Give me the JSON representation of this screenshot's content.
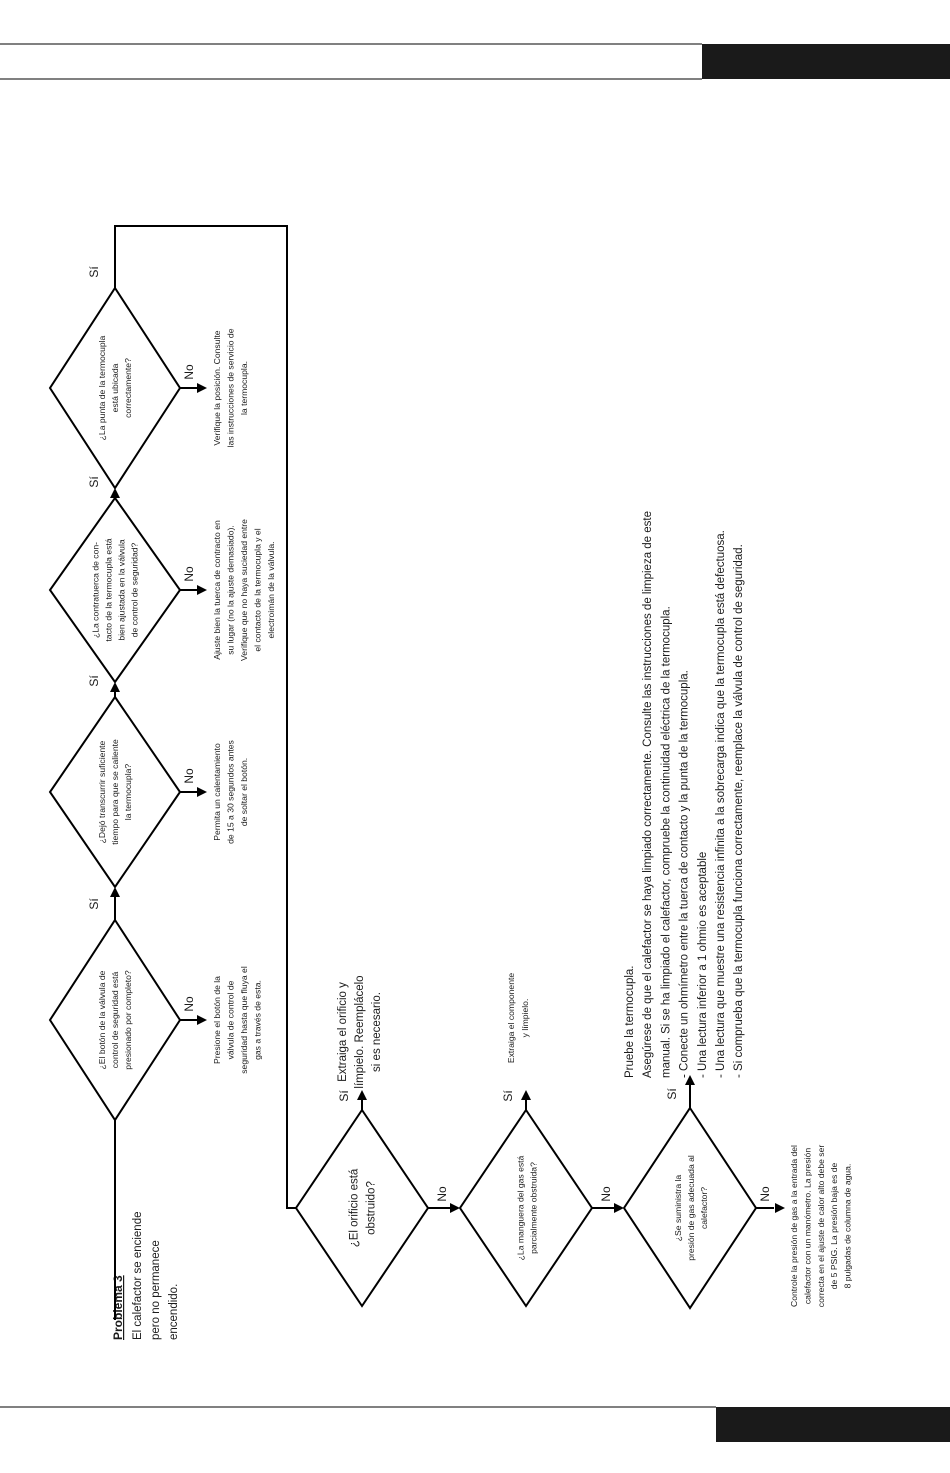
{
  "problem": {
    "title": "Problema 3",
    "description": [
      "El calefactor se enciende",
      "pero no permanece",
      "encendido."
    ]
  },
  "labels": {
    "yes": "Sí",
    "no": "No"
  },
  "top_chain": [
    {
      "question": [
        "¿El botón de la válvula de",
        "control de seguridad está",
        "presionado por completo?"
      ],
      "action": [
        "Presione el botón de la",
        "válvula de control de",
        "seguridad hasta que fluya el",
        "gas a través de esta."
      ]
    },
    {
      "question": [
        "¿Dejó transcurrir suficiente",
        "tiempo para que se caliente",
        "la termocupla?"
      ],
      "action": [
        "Permita un calentamiento",
        "de 15 a 30 segundos antes",
        "de soltar el botón."
      ]
    },
    {
      "question": [
        "¿La contratuerca de con-",
        "tacto de la termocupla está",
        "bien ajustada en la válvula",
        "de control de seguridad?"
      ],
      "action": [
        "Ajuste bien la tuerca de contracto en",
        "su lugar (no la ajuste demasiado).",
        "Verifique que no haya suciedad entre",
        "el contacto de la termocupla y el",
        "electroimán de la válvula."
      ]
    },
    {
      "question": [
        "¿La punta de la termocupla",
        "está ubicada",
        "correctamente?"
      ],
      "action": [
        "Verifique la posición. Consulte",
        "las instrucciones de servicio de",
        "la termocupla."
      ]
    }
  ],
  "bottom_chain": [
    {
      "question": [
        "¿El orificio está",
        "obstruido?"
      ],
      "action": [
        "Extraiga el orificio y",
        "límpielo. Reemplácelo",
        "si es necesario."
      ]
    },
    {
      "question": [
        "¿La manguera del gas está",
        "parcialmente obstruida?"
      ],
      "action": [
        "Extraiga el componente",
        "y límpielo."
      ]
    },
    {
      "question": [
        "¿Se suministra la",
        "presión de gas adecuada al",
        "calefactor?"
      ],
      "action": [
        "Pruebe la termocupla.",
        "Asegúrese de que el calefactor se haya limpiado correctamente. Consulte las instrucciones de limpieza de este",
        "manual. Si se ha limpiado el calefactor, compruebe la continuidad eléctrica de la termocupla.",
        "- Conecte un ohmímetro entre la tuerca de contacto y la punta de la termocupla.",
        "- Una lectura inferior a 1 ohmio es aceptable",
        "- Una lectura que muestre una resistencia infinita a la sobrecarga indica que la termocupla está defectuosa.",
        "- Si comprueba que la termocupla funciona correctamente, reemplace la válvula de control de seguridad."
      ],
      "no_action": [
        "Controle la presión de gas a la entrada del",
        "calefactor con un manómetro. La presión",
        "correcta en el ajuste de calor alto debe ser",
        "de 5 PSIG. La presión baja es de",
        "8 pulgadas de columna de agua."
      ]
    }
  ]
}
